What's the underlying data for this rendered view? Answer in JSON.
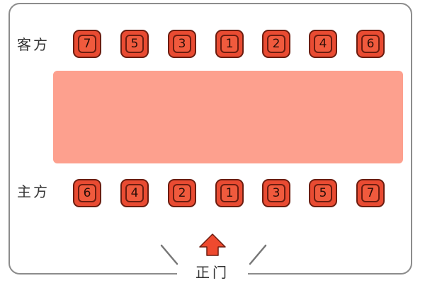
{
  "labels": {
    "guest_side": "客方",
    "host_side": "主方",
    "main_door": "正门"
  },
  "guest_seats": [
    "7",
    "5",
    "3",
    "1",
    "2",
    "4",
    "6"
  ],
  "host_seats": [
    "6",
    "4",
    "2",
    "1",
    "3",
    "5",
    "7"
  ],
  "colors": {
    "seat_fill": "#e94b32",
    "seat_outline": "#6b1d10",
    "table_fill": "#fda08e",
    "arrow_fill": "#ee4a2f",
    "room_border": "#8c8c8c"
  },
  "icons": {
    "seat": "chair-icon",
    "entrance_arrow": "arrow-up-icon"
  }
}
